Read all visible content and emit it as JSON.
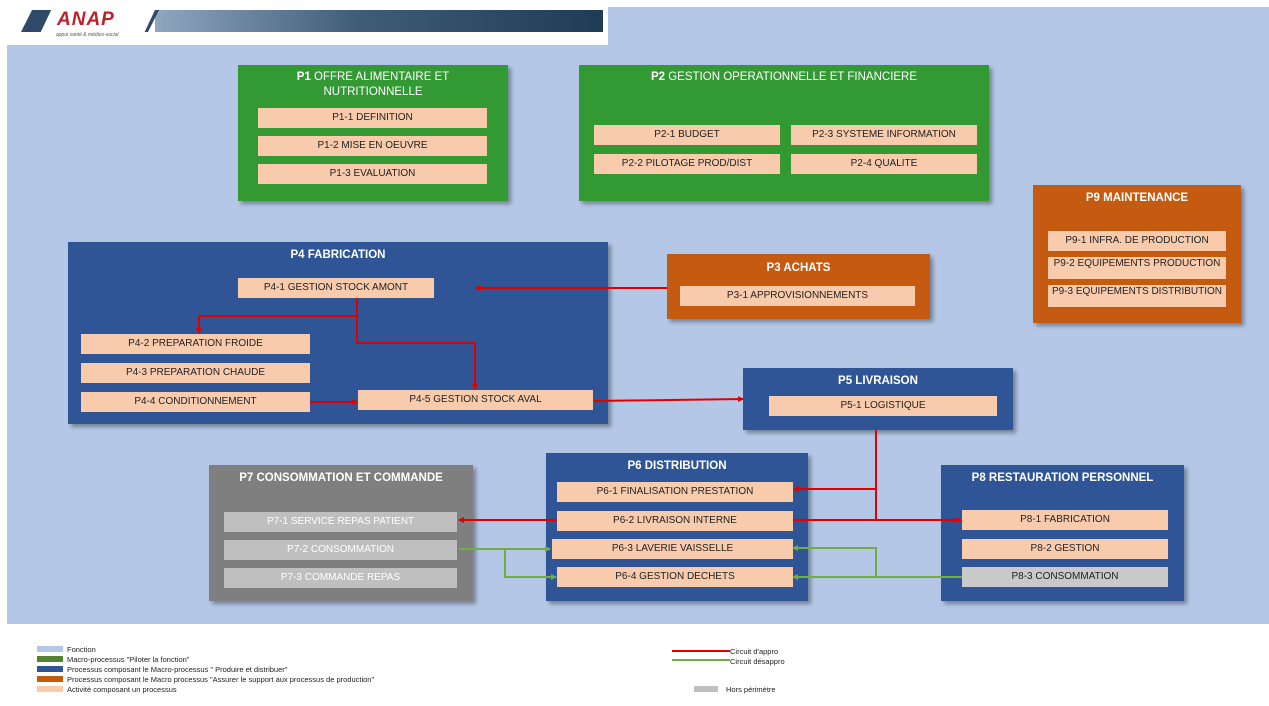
{
  "logo": {
    "brand": "ANAP",
    "tagline": "appui santé & médico-social"
  },
  "colors": {
    "fonction": "#b4c7e7",
    "piloter": "#339933",
    "produire": "#2f5597",
    "support": "#c55a11",
    "activite": "#f8cbad",
    "hors": "#bfbfbf",
    "appro": "#e00000",
    "desappro": "#70ad47"
  },
  "p1": {
    "code": "P1",
    "title": " OFFRE ALIMENTAIRE ET NUTRITIONNELLE",
    "a1": "P1-1 DEFINITION",
    "a2": "P1-2 MISE EN OEUVRE",
    "a3": "P1-3 EVALUATION"
  },
  "p2": {
    "code": "P2",
    "title": " GESTION OPERATIONNELLE ET FINANCIERE",
    "a1": "P2-1 BUDGET",
    "a2": "P2-2 PILOTAGE PROD/DIST",
    "a3": "P2-3 SYSTEME INFORMATION",
    "a4": "P2-4 QUALITE"
  },
  "p9": {
    "title": "P9 MAINTENANCE",
    "a1": "P9-1 INFRA. DE PRODUCTION",
    "a2": "P9-2  EQUIPEMENTS PRODUCTION",
    "a3": "P9-3 EQUIPEMENTS DISTRIBUTION"
  },
  "p4": {
    "title": "P4  FABRICATION",
    "a1": "P4-1 GESTION STOCK AMONT",
    "a2": "P4-2 PREPARATION FROIDE",
    "a3": "P4-3 PREPARATION CHAUDE",
    "a4": "P4-4 CONDITIONNEMENT",
    "a5": "P4-5 GESTION STOCK AVAL"
  },
  "p3": {
    "title": "P3 ACHATS",
    "a1": "P3-1 APPROVISIONNEMENTS"
  },
  "p5": {
    "title": "P5 LIVRAISON",
    "a1": "P5-1 LOGISTIQUE"
  },
  "p7": {
    "title": "P7  CONSOMMATION ET COMMANDE",
    "a1": "P7-1 SERVICE REPAS PATIENT",
    "a2": "P7-2 CONSOMMATION",
    "a3": "P7-3 COMMANDE REPAS"
  },
  "p6": {
    "title": "P6 DISTRIBUTION",
    "a1": "P6-1 FINALISATION  PRESTATION",
    "a2": "P6-2 LIVRAISON  INTERNE",
    "a3": "P6-3 LAVERIE VAISSELLE",
    "a4": "P6-4 GESTION DECHETS"
  },
  "p8": {
    "title": "P8 RESTAURATION PERSONNEL",
    "a1": "P8-1 FABRICATION",
    "a2": "P8-2 GESTION",
    "a3": "P8-3 CONSOMMATION"
  },
  "legend": {
    "fonction": "Fonction",
    "piloter": "Macro-processus \"Piloter la fonction\"",
    "produire": "Processus composant le Macro-processus \" Produire et distribuer\"",
    "support": "Processus composant le Macro processus \"Assurer le support aux processus de production\"",
    "activite": "Activité composant un processus",
    "appro": "Circuit d'appro",
    "desappro": "Circuit désappro",
    "hors": "Hors périmètre"
  }
}
